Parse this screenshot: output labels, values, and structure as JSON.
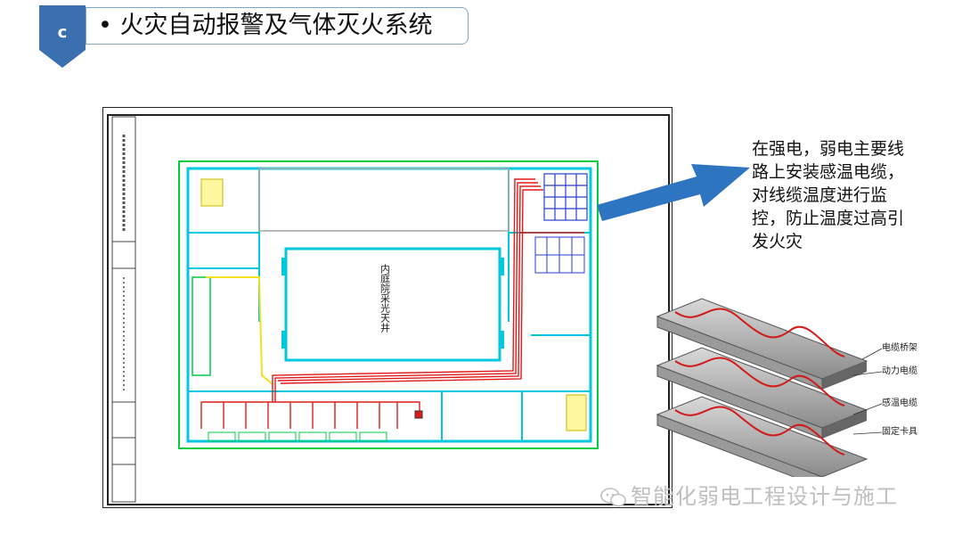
{
  "header": {
    "section_letter": "c",
    "title": "• 火灾自动报警及气体灭火系统",
    "colors": {
      "badge": "#3a6fb0",
      "border": "#7fa6c6"
    }
  },
  "floor_plan": {
    "courtyard_label": "内庭院采光天井",
    "colors": {
      "wall": "#00c8e0",
      "outer": "#00cc44",
      "cable_red": "#e01b1b",
      "cable_yellow": "#f3e020",
      "server": "#2a3fd1"
    }
  },
  "callout": {
    "text": "在强电，弱电主要线路上安装感温电缆，对线缆温度进行监控，防止温度过高引发火灾",
    "arrow_color": "#2d75c1"
  },
  "cable_tray": {
    "labels": [
      "电缆桥架",
      "动力电缆",
      "感温电缆",
      "固定卡具"
    ]
  },
  "watermark": {
    "text": "智能化弱电工程设计与施工"
  }
}
